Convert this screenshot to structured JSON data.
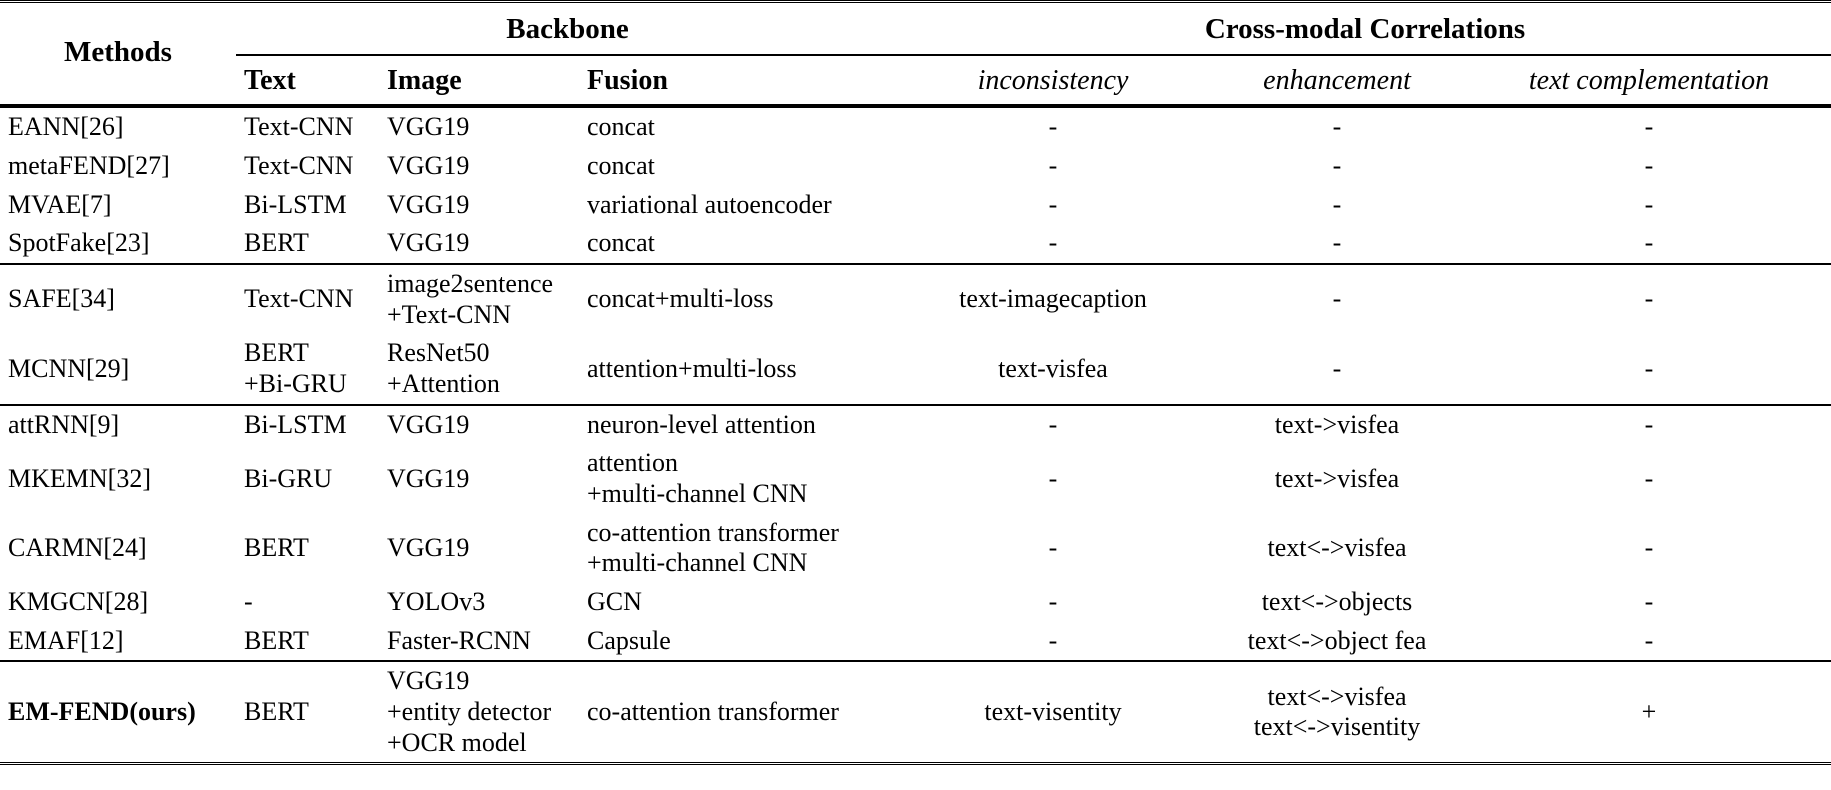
{
  "table": {
    "header": {
      "methods": "Methods",
      "group_backbone": "Backbone",
      "group_cross_modal": "Cross-modal Correlations",
      "sub_text": "Text",
      "sub_image": "Image",
      "sub_fusion": "Fusion",
      "sub_inconsistency": "inconsistency",
      "sub_enhancement": "enhancement",
      "sub_text_complementation": "text complementation"
    },
    "groups": [
      {
        "rows": [
          {
            "method": "EANN[26]",
            "text": "Text-CNN",
            "image": [
              "VGG19"
            ],
            "fusion": [
              "concat"
            ],
            "inconsistency": "-",
            "enhancement": "-",
            "complementation": "-"
          },
          {
            "method": "metaFEND[27]",
            "text": "Text-CNN",
            "image": [
              "VGG19"
            ],
            "fusion": [
              "concat"
            ],
            "inconsistency": "-",
            "enhancement": "-",
            "complementation": "-"
          },
          {
            "method": "MVAE[7]",
            "text": "Bi-LSTM",
            "image": [
              "VGG19"
            ],
            "fusion": [
              "variational autoencoder"
            ],
            "inconsistency": "-",
            "enhancement": "-",
            "complementation": "-"
          },
          {
            "method": "SpotFake[23]",
            "text": "BERT",
            "image": [
              "VGG19"
            ],
            "fusion": [
              "concat"
            ],
            "inconsistency": "-",
            "enhancement": "-",
            "complementation": "-"
          }
        ]
      },
      {
        "rows": [
          {
            "method": "SAFE[34]",
            "text": "Text-CNN",
            "image": [
              "image2sentence",
              "+Text-CNN"
            ],
            "fusion": [
              "concat+multi-loss"
            ],
            "inconsistency": "text-imagecaption",
            "enhancement": "-",
            "complementation": "-"
          },
          {
            "method": "MCNN[29]",
            "text_lines": [
              "BERT",
              "+Bi-GRU"
            ],
            "image": [
              "ResNet50",
              "+Attention"
            ],
            "fusion": [
              "attention+multi-loss"
            ],
            "inconsistency": "text-visfea",
            "enhancement": "-",
            "complementation": "-"
          }
        ]
      },
      {
        "rows": [
          {
            "method": "attRNN[9]",
            "text": "Bi-LSTM",
            "image": [
              "VGG19"
            ],
            "fusion": [
              "neuron-level attention"
            ],
            "inconsistency": "-",
            "enhancement": "text->visfea",
            "complementation": "-"
          },
          {
            "method": "MKEMN[32]",
            "text": "Bi-GRU",
            "image": [
              "VGG19"
            ],
            "fusion": [
              "attention",
              "+multi-channel CNN"
            ],
            "inconsistency": "-",
            "enhancement": "text->visfea",
            "complementation": "-"
          },
          {
            "method": "CARMN[24]",
            "text": "BERT",
            "image": [
              "VGG19"
            ],
            "fusion": [
              "co-attention transformer",
              "+multi-channel CNN"
            ],
            "inconsistency": "-",
            "enhancement": "text<->visfea",
            "complementation": "-"
          },
          {
            "method": "KMGCN[28]",
            "text": "-",
            "image": [
              "YOLOv3"
            ],
            "fusion": [
              "GCN"
            ],
            "inconsistency": "-",
            "enhancement": "text<->objects",
            "complementation": "-"
          },
          {
            "method": "EMAF[12]",
            "text": "BERT",
            "image": [
              "Faster-RCNN"
            ],
            "fusion": [
              "Capsule"
            ],
            "inconsistency": "-",
            "enhancement": "text<->object fea",
            "complementation": "-"
          }
        ]
      },
      {
        "rows": [
          {
            "method": "EM-FEND(ours)",
            "method_bold": true,
            "text": "BERT",
            "image": [
              "VGG19",
              "+entity detector",
              "+OCR model"
            ],
            "fusion": [
              "co-attention transformer"
            ],
            "inconsistency": "text-visentity",
            "enhancement_lines": [
              "text<->visfea",
              "text<->visentity"
            ],
            "complementation": "+"
          }
        ]
      }
    ]
  }
}
